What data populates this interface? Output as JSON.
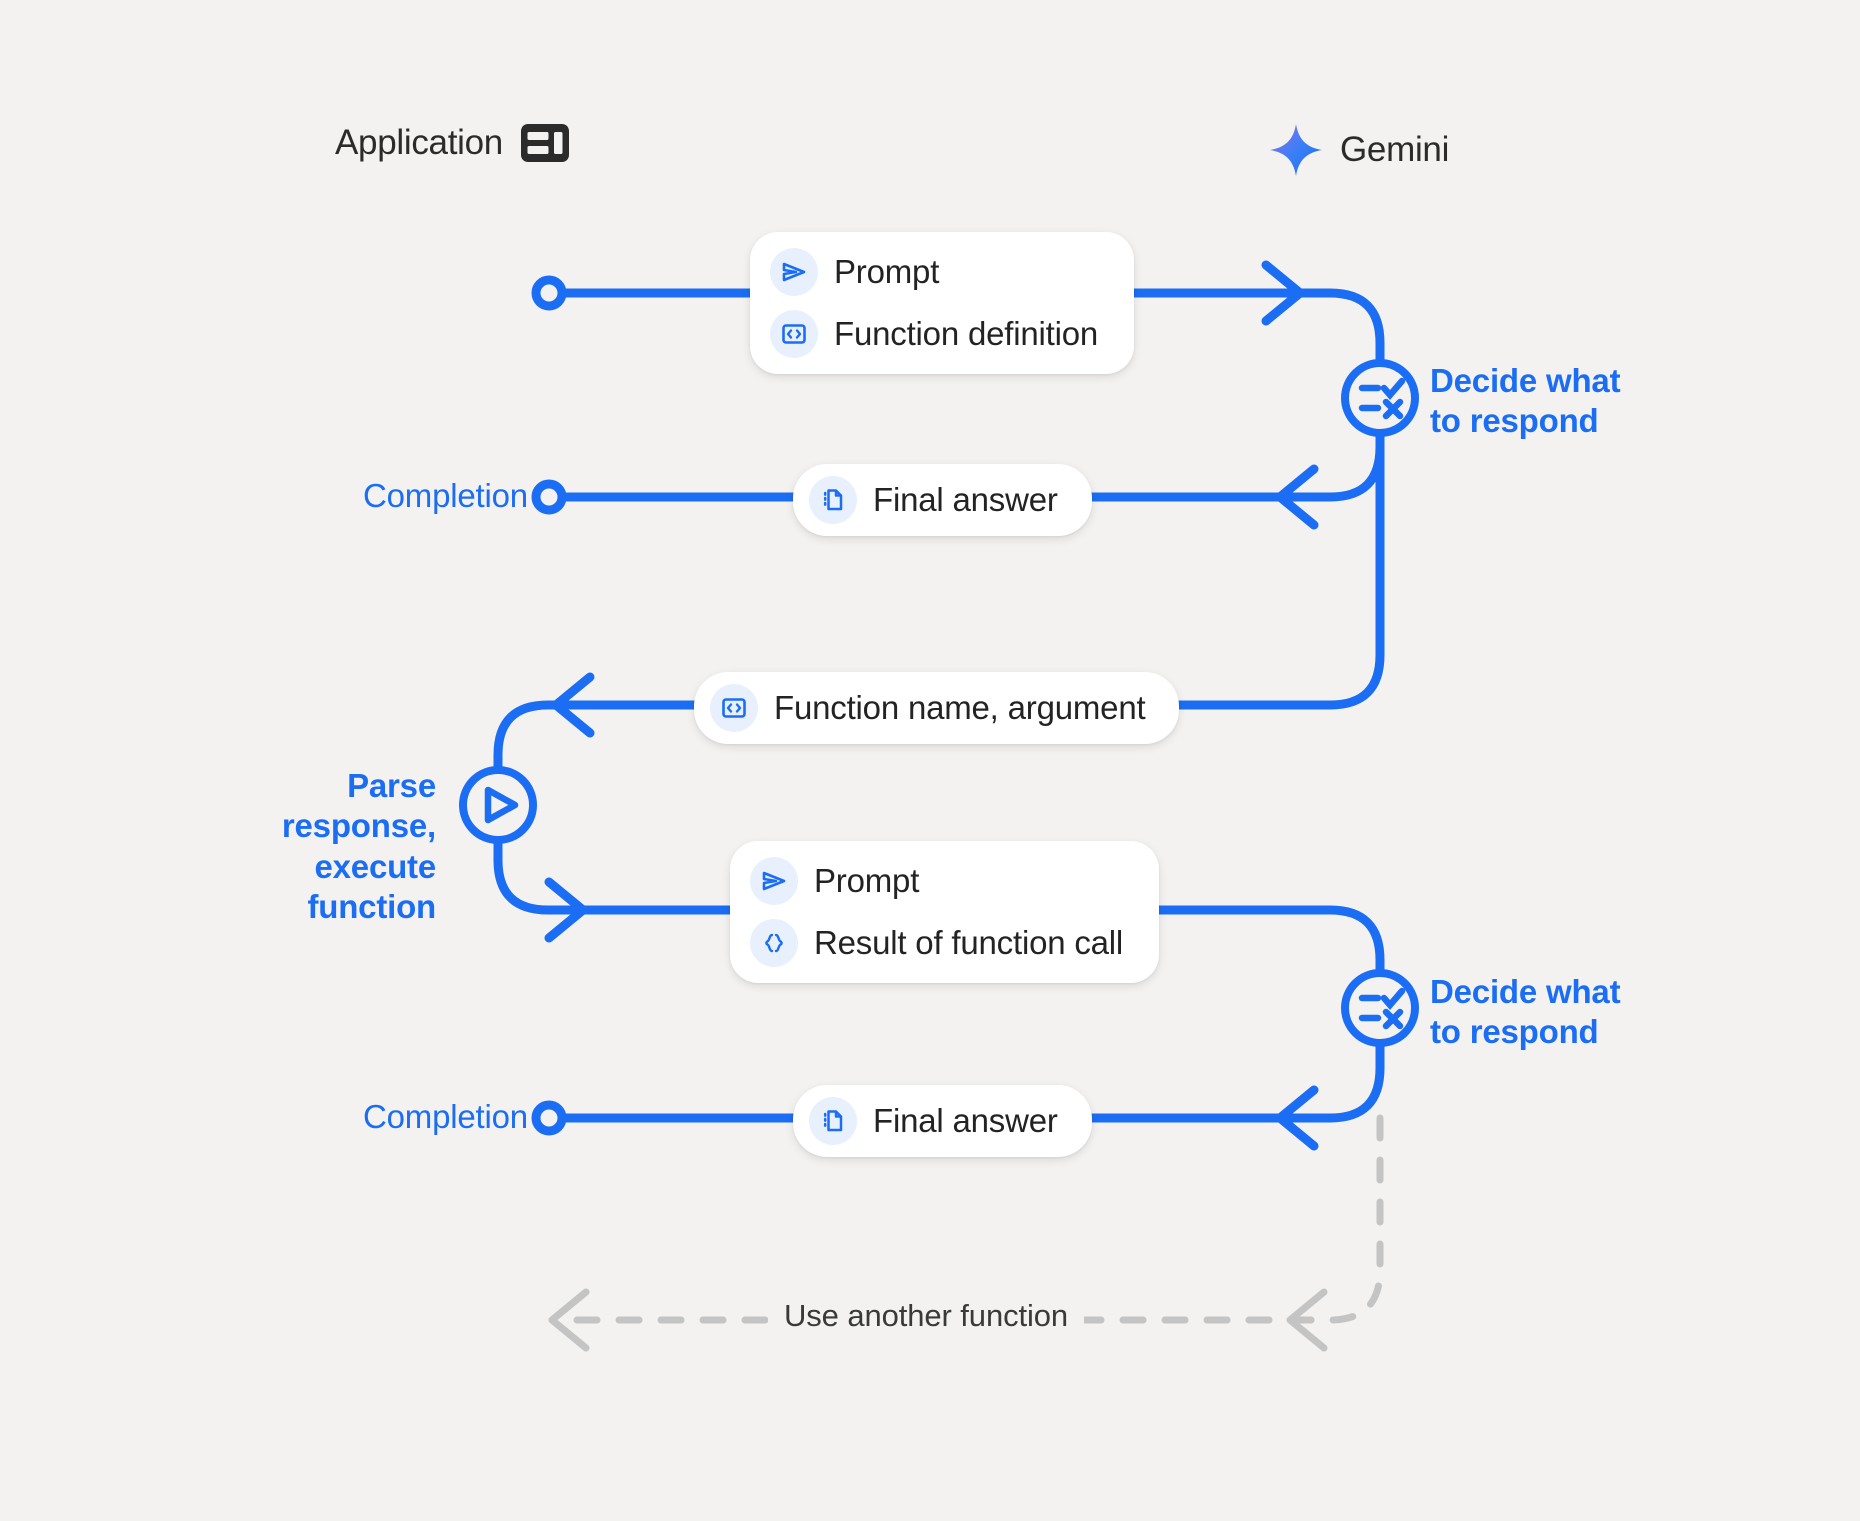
{
  "diagram": {
    "title_left": "Application",
    "title_right": "Gemini",
    "background_color": "#f3f2f0",
    "accent_color": "#1b6ef3",
    "muted_color": "#c4c4c4",
    "icon_bg_color": "#e8f0fe",
    "text_color": "#232323"
  },
  "lanes": [
    {
      "name": "application",
      "label": "Application",
      "icon": "dashboard-layout-icon"
    },
    {
      "name": "gemini",
      "label": "Gemini",
      "icon": "gemini-sparkle-icon"
    }
  ],
  "messages": [
    {
      "id": "request-1",
      "direction": "application-to-gemini",
      "rows": [
        {
          "icon": "send-prompt-icon",
          "text": "Prompt"
        },
        {
          "icon": "code-brackets-icon",
          "text": "Function definition"
        }
      ]
    },
    {
      "id": "response-1",
      "direction": "gemini-to-application",
      "endpoint_label": "Completion",
      "rows": [
        {
          "icon": "document-icon",
          "text": "Final answer"
        }
      ]
    },
    {
      "id": "function-call",
      "direction": "gemini-to-application",
      "rows": [
        {
          "icon": "code-brackets-icon",
          "text": "Function name,  argument"
        }
      ]
    },
    {
      "id": "request-2",
      "direction": "application-to-gemini",
      "rows": [
        {
          "icon": "send-prompt-icon",
          "text": "Prompt"
        },
        {
          "icon": "curly-braces-icon",
          "text": "Result of function call"
        }
      ]
    },
    {
      "id": "response-2",
      "direction": "gemini-to-application",
      "endpoint_label": "Completion",
      "rows": [
        {
          "icon": "document-icon",
          "text": "Final answer"
        }
      ]
    }
  ],
  "process_nodes": [
    {
      "id": "decide-1",
      "lane": "gemini",
      "icon": "checklist-decision-icon",
      "label": "Decide what\nto respond"
    },
    {
      "id": "parse-execute",
      "lane": "application",
      "icon": "play-circle-icon",
      "label": "Parse response,\nexecute function"
    },
    {
      "id": "decide-2",
      "lane": "gemini",
      "icon": "checklist-decision-icon",
      "label": "Decide what\nto respond"
    }
  ],
  "endpoint_labels": [
    {
      "id": "completion-1",
      "text": "Completion"
    },
    {
      "id": "completion-2",
      "text": "Completion"
    }
  ],
  "loop": {
    "label": "Use another function",
    "style": "dashed",
    "color": "#c4c4c4"
  }
}
